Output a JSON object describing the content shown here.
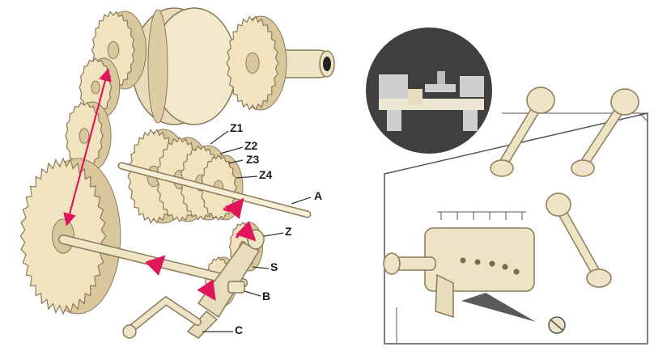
{
  "labels": {
    "z1": "Z1",
    "z2": "Z2",
    "z3": "Z3",
    "z4": "Z4",
    "a": "A",
    "z": "Z",
    "s": "S",
    "b": "B",
    "c": "C"
  },
  "colors": {
    "gear_fill": "#f1e3c0",
    "gear_shade": "#d9c79d",
    "gear_outline": "#8a7a58",
    "arrow": "#e0155a",
    "inset_bg": "#3f3f3f",
    "panel_line": "#555555"
  }
}
